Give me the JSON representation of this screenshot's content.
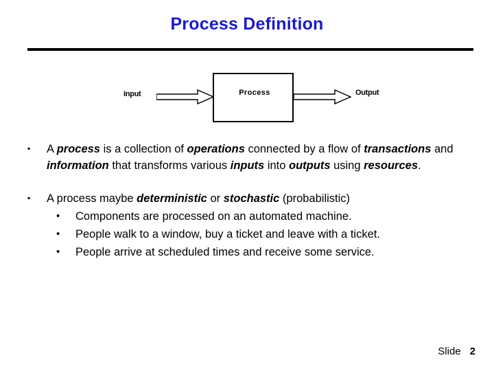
{
  "slide": {
    "title": "Process Definition",
    "title_color": "#1a1acc",
    "background_color": "#ffffff"
  },
  "diagram": {
    "name": "input-process-output-diagram",
    "input_label": "Input",
    "process_label": "Process",
    "output_label": "Output",
    "arrow_in_name": "block-arrow-right-icon",
    "arrow_out_name": "block-arrow-right-icon",
    "line_color": "#000000",
    "box_fill": "#ffffff"
  },
  "body": {
    "bullets": [
      {
        "marker": "▪",
        "segments": [
          {
            "text": "A ",
            "style": "normal"
          },
          {
            "text": "process",
            "style": "bold-italic"
          },
          {
            "text": " is a collection of ",
            "style": "normal"
          },
          {
            "text": "operations",
            "style": "bold-italic"
          },
          {
            "text": " connected by a flow of ",
            "style": "normal"
          },
          {
            "text": "transactions",
            "style": "bold-italic"
          },
          {
            "text": " and ",
            "style": "normal"
          },
          {
            "text": "information",
            "style": "bold-italic"
          },
          {
            "text": " that transforms various ",
            "style": "normal"
          },
          {
            "text": "inputs",
            "style": "bold-italic"
          },
          {
            "text": " into ",
            "style": "normal"
          },
          {
            "text": "outputs",
            "style": "bold-italic"
          },
          {
            "text": " using ",
            "style": "normal"
          },
          {
            "text": "resources",
            "style": "bold-italic"
          },
          {
            "text": ".",
            "style": "normal"
          }
        ],
        "plain": "A process is a collection of operations connected by a flow of transactions and information that transforms various inputs into outputs using resources."
      },
      {
        "marker": "▪",
        "segments": [
          {
            "text": "A process maybe ",
            "style": "normal"
          },
          {
            "text": "deterministic",
            "style": "bold-italic"
          },
          {
            "text": " or ",
            "style": "normal"
          },
          {
            "text": "stochastic",
            "style": "bold-italic"
          },
          {
            "text": " (probabilistic)",
            "style": "normal"
          }
        ],
        "plain": "A process maybe deterministic or stochastic (probabilistic)",
        "sub_marker": "•",
        "sub_items": [
          "Components are processed on an automated machine.",
          "People walk to a window, buy a ticket and leave with a ticket.",
          "People arrive at scheduled times and receive some service."
        ]
      }
    ]
  },
  "footer": {
    "label": "Slide",
    "number": "2"
  }
}
